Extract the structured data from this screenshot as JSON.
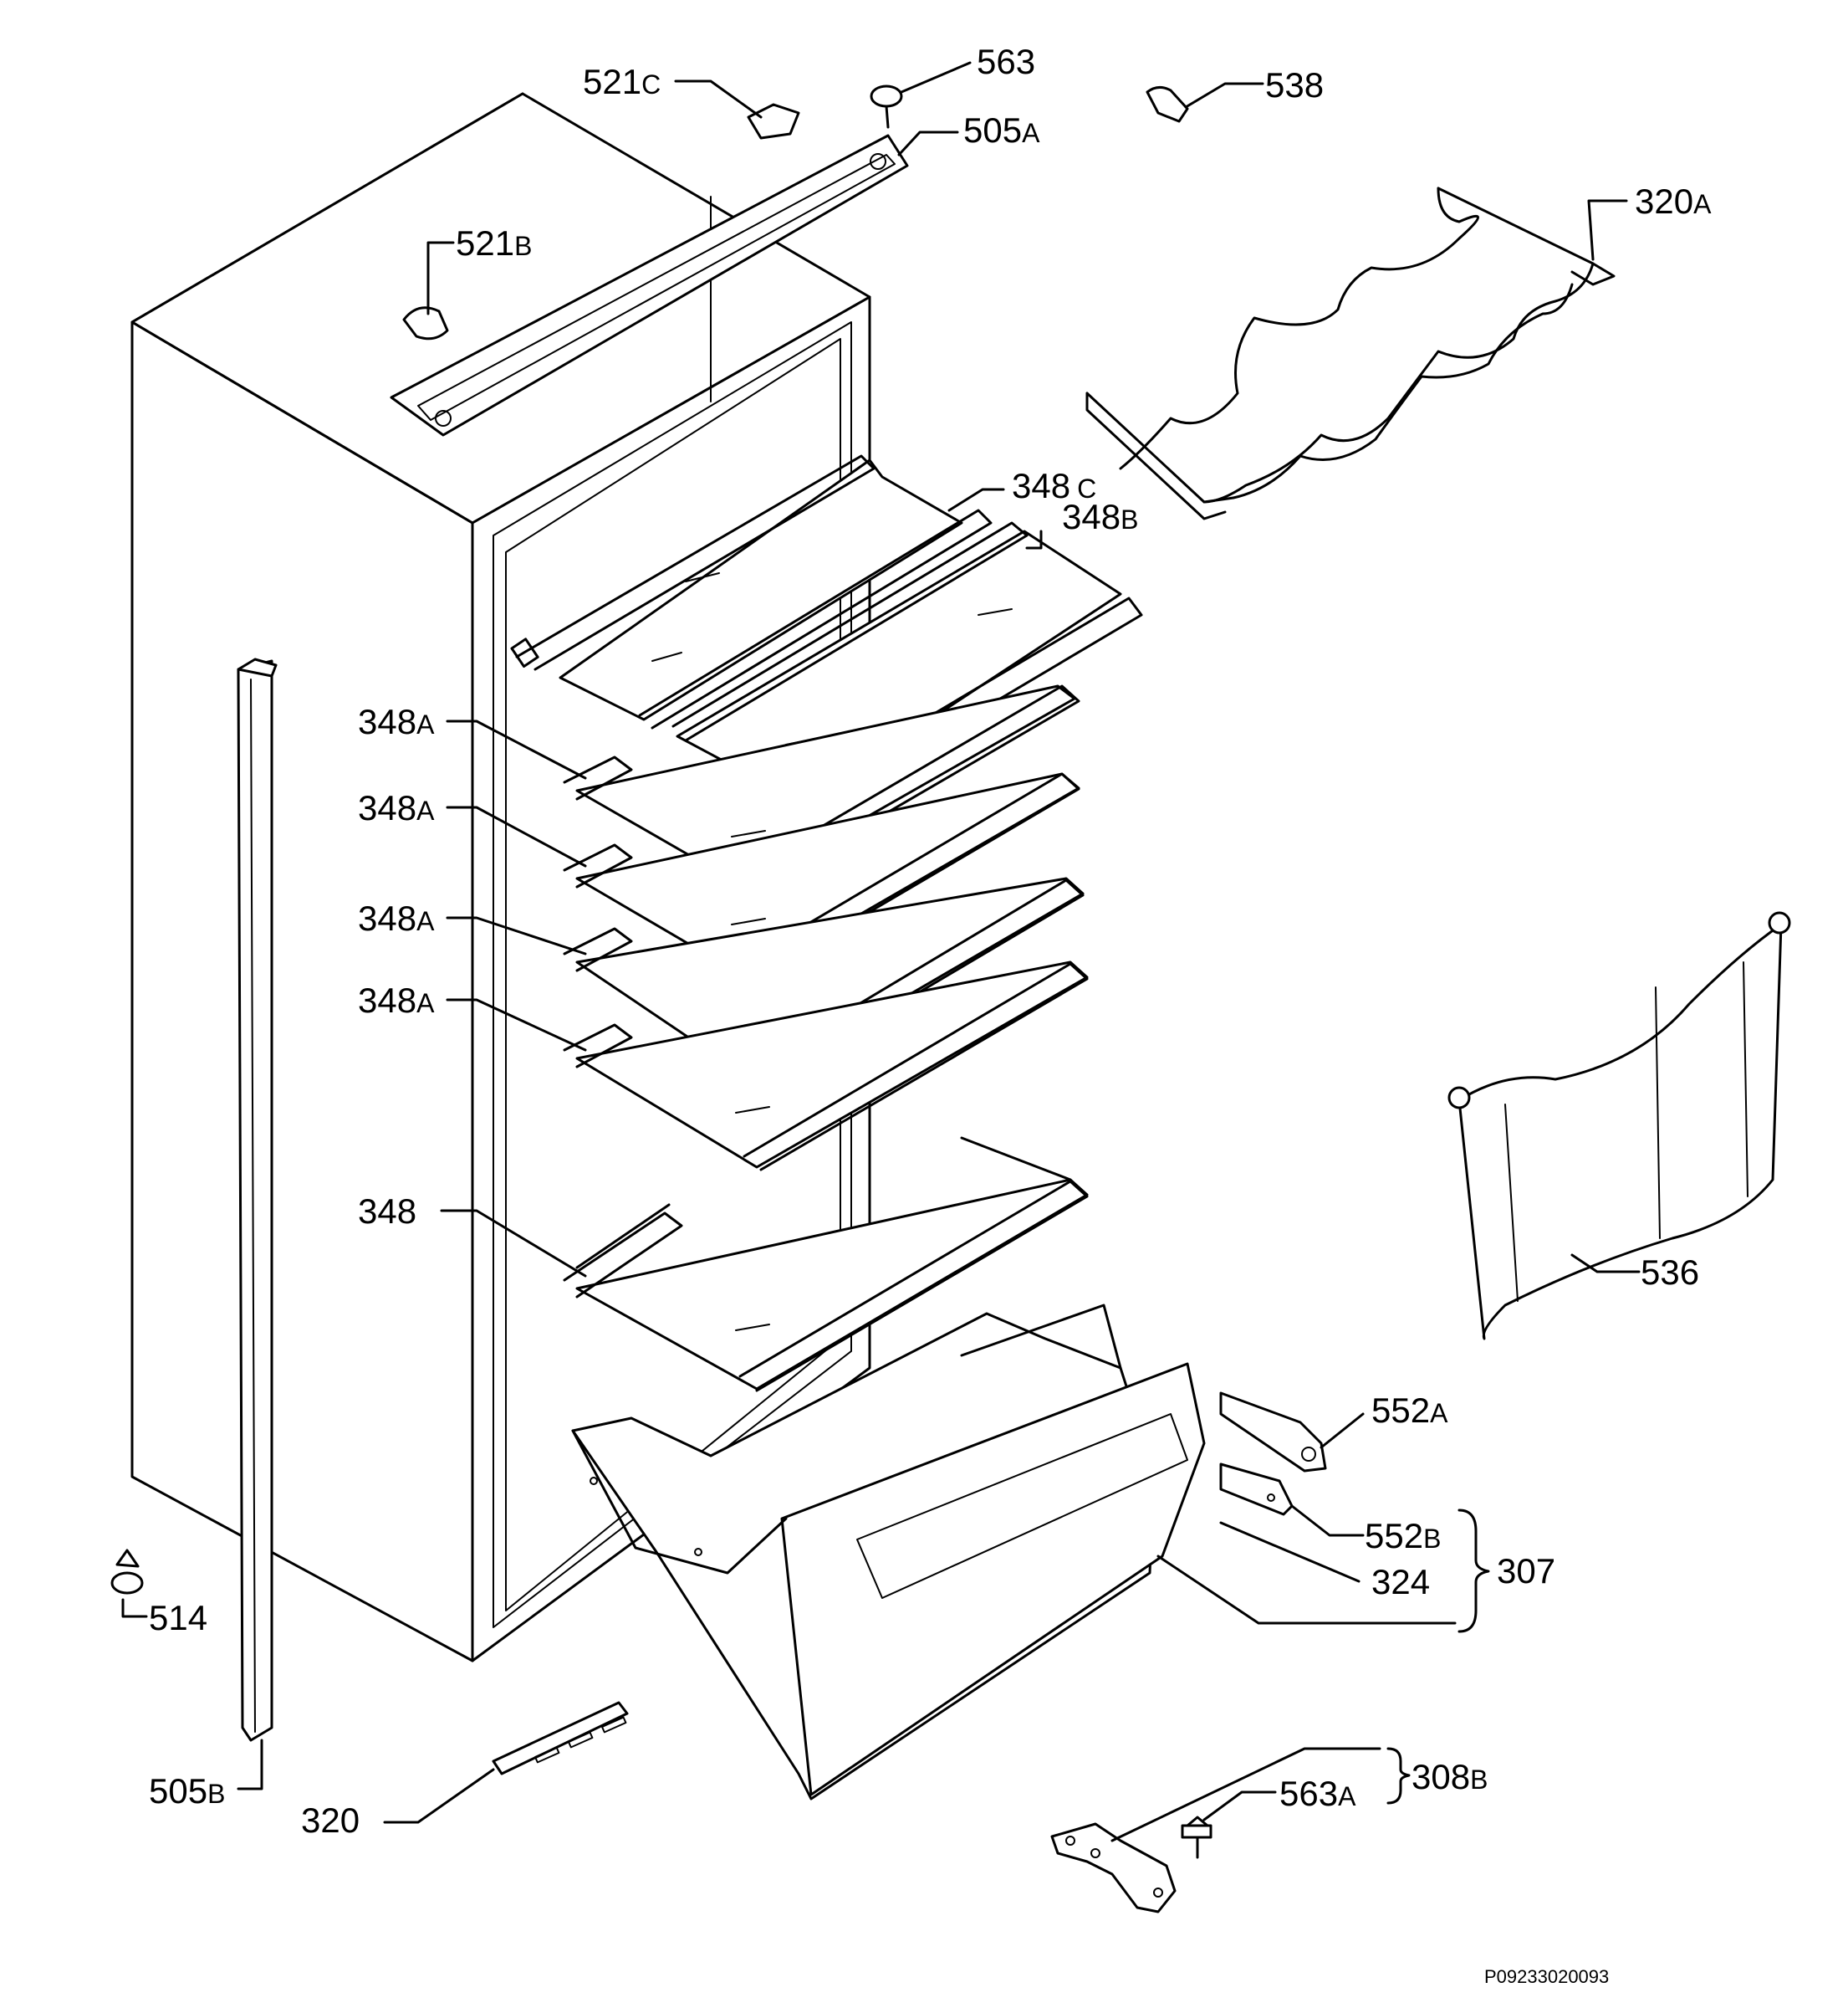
{
  "document_id": "P09233020093",
  "labels": [
    {
      "id": "521c",
      "num": "521",
      "suffix": "C"
    },
    {
      "id": "563",
      "num": "563",
      "suffix": ""
    },
    {
      "id": "538",
      "num": "538",
      "suffix": ""
    },
    {
      "id": "505a",
      "num": "505",
      "suffix": "A"
    },
    {
      "id": "320a",
      "num": "320",
      "suffix": "A"
    },
    {
      "id": "521b",
      "num": "521",
      "suffix": "B"
    },
    {
      "id": "348c",
      "num": "348",
      "suffix": "C"
    },
    {
      "id": "348b",
      "num": "348",
      "suffix": "B"
    },
    {
      "id": "348a1",
      "num": "348",
      "suffix": "A"
    },
    {
      "id": "348a2",
      "num": "348",
      "suffix": "A"
    },
    {
      "id": "348a3",
      "num": "348",
      "suffix": "A"
    },
    {
      "id": "348a4",
      "num": "348",
      "suffix": "A"
    },
    {
      "id": "348",
      "num": "348",
      "suffix": ""
    },
    {
      "id": "536",
      "num": "536",
      "suffix": ""
    },
    {
      "id": "552a",
      "num": "552",
      "suffix": "A"
    },
    {
      "id": "552b",
      "num": "552",
      "suffix": "B"
    },
    {
      "id": "324",
      "num": "324",
      "suffix": ""
    },
    {
      "id": "307",
      "num": "307",
      "suffix": ""
    },
    {
      "id": "514",
      "num": "514",
      "suffix": ""
    },
    {
      "id": "505b",
      "num": "505",
      "suffix": "B"
    },
    {
      "id": "320",
      "num": "320",
      "suffix": ""
    },
    {
      "id": "563a",
      "num": "563",
      "suffix": "A"
    },
    {
      "id": "308b",
      "num": "308",
      "suffix": "B"
    }
  ]
}
